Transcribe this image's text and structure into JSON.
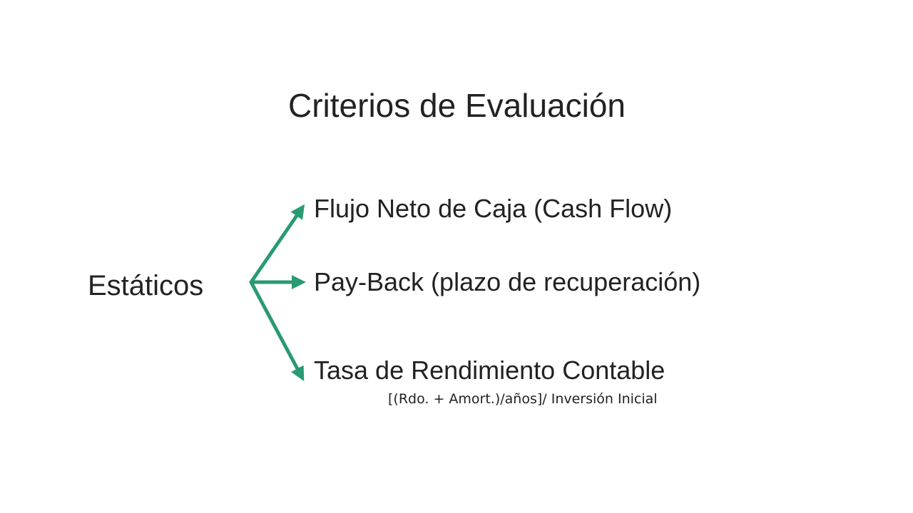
{
  "title": "Criterios de Evaluación",
  "root": {
    "label": "Estáticos"
  },
  "branches": [
    {
      "label": "Flujo Neto de Caja (Cash Flow)"
    },
    {
      "label": "Pay-Back (plazo de recuperación)"
    },
    {
      "label": "Tasa de Rendimiento Contable",
      "formula": "[(Rdo. + Amort.)/años]/ Inversión Inicial"
    }
  ],
  "colors": {
    "arrow": "#2a9a72",
    "text": "#222222"
  }
}
